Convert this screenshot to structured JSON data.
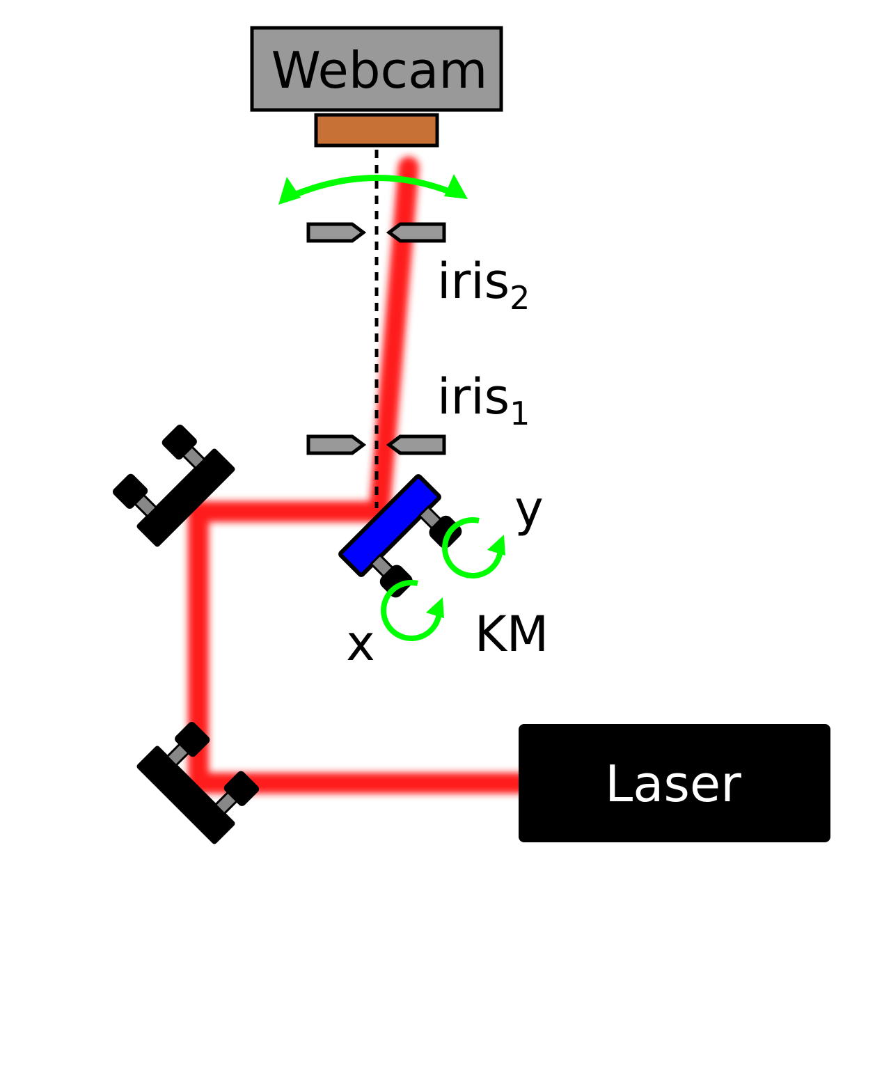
{
  "labels": {
    "webcam": "Webcam",
    "laser": "Laser",
    "iris_main": "iris",
    "iris2_sub": "2",
    "iris1_sub": "1",
    "knob_y": "y",
    "knob_x": "x",
    "mount": "KM"
  },
  "colors": {
    "beam": "#ff1a1a",
    "webcam_body": "#999999",
    "sensor": "#c87137",
    "laser_body": "#000000",
    "km_mirror": "#0000ff",
    "arrows": "#00ff00",
    "iris": "#999999"
  },
  "icons": {
    "webcam": "webcam-icon",
    "laser": "laser-icon",
    "mirror_mount": "mirror-mount-icon",
    "iris": "iris-icon",
    "rotate_arrow": "rotate-arrow-icon"
  }
}
